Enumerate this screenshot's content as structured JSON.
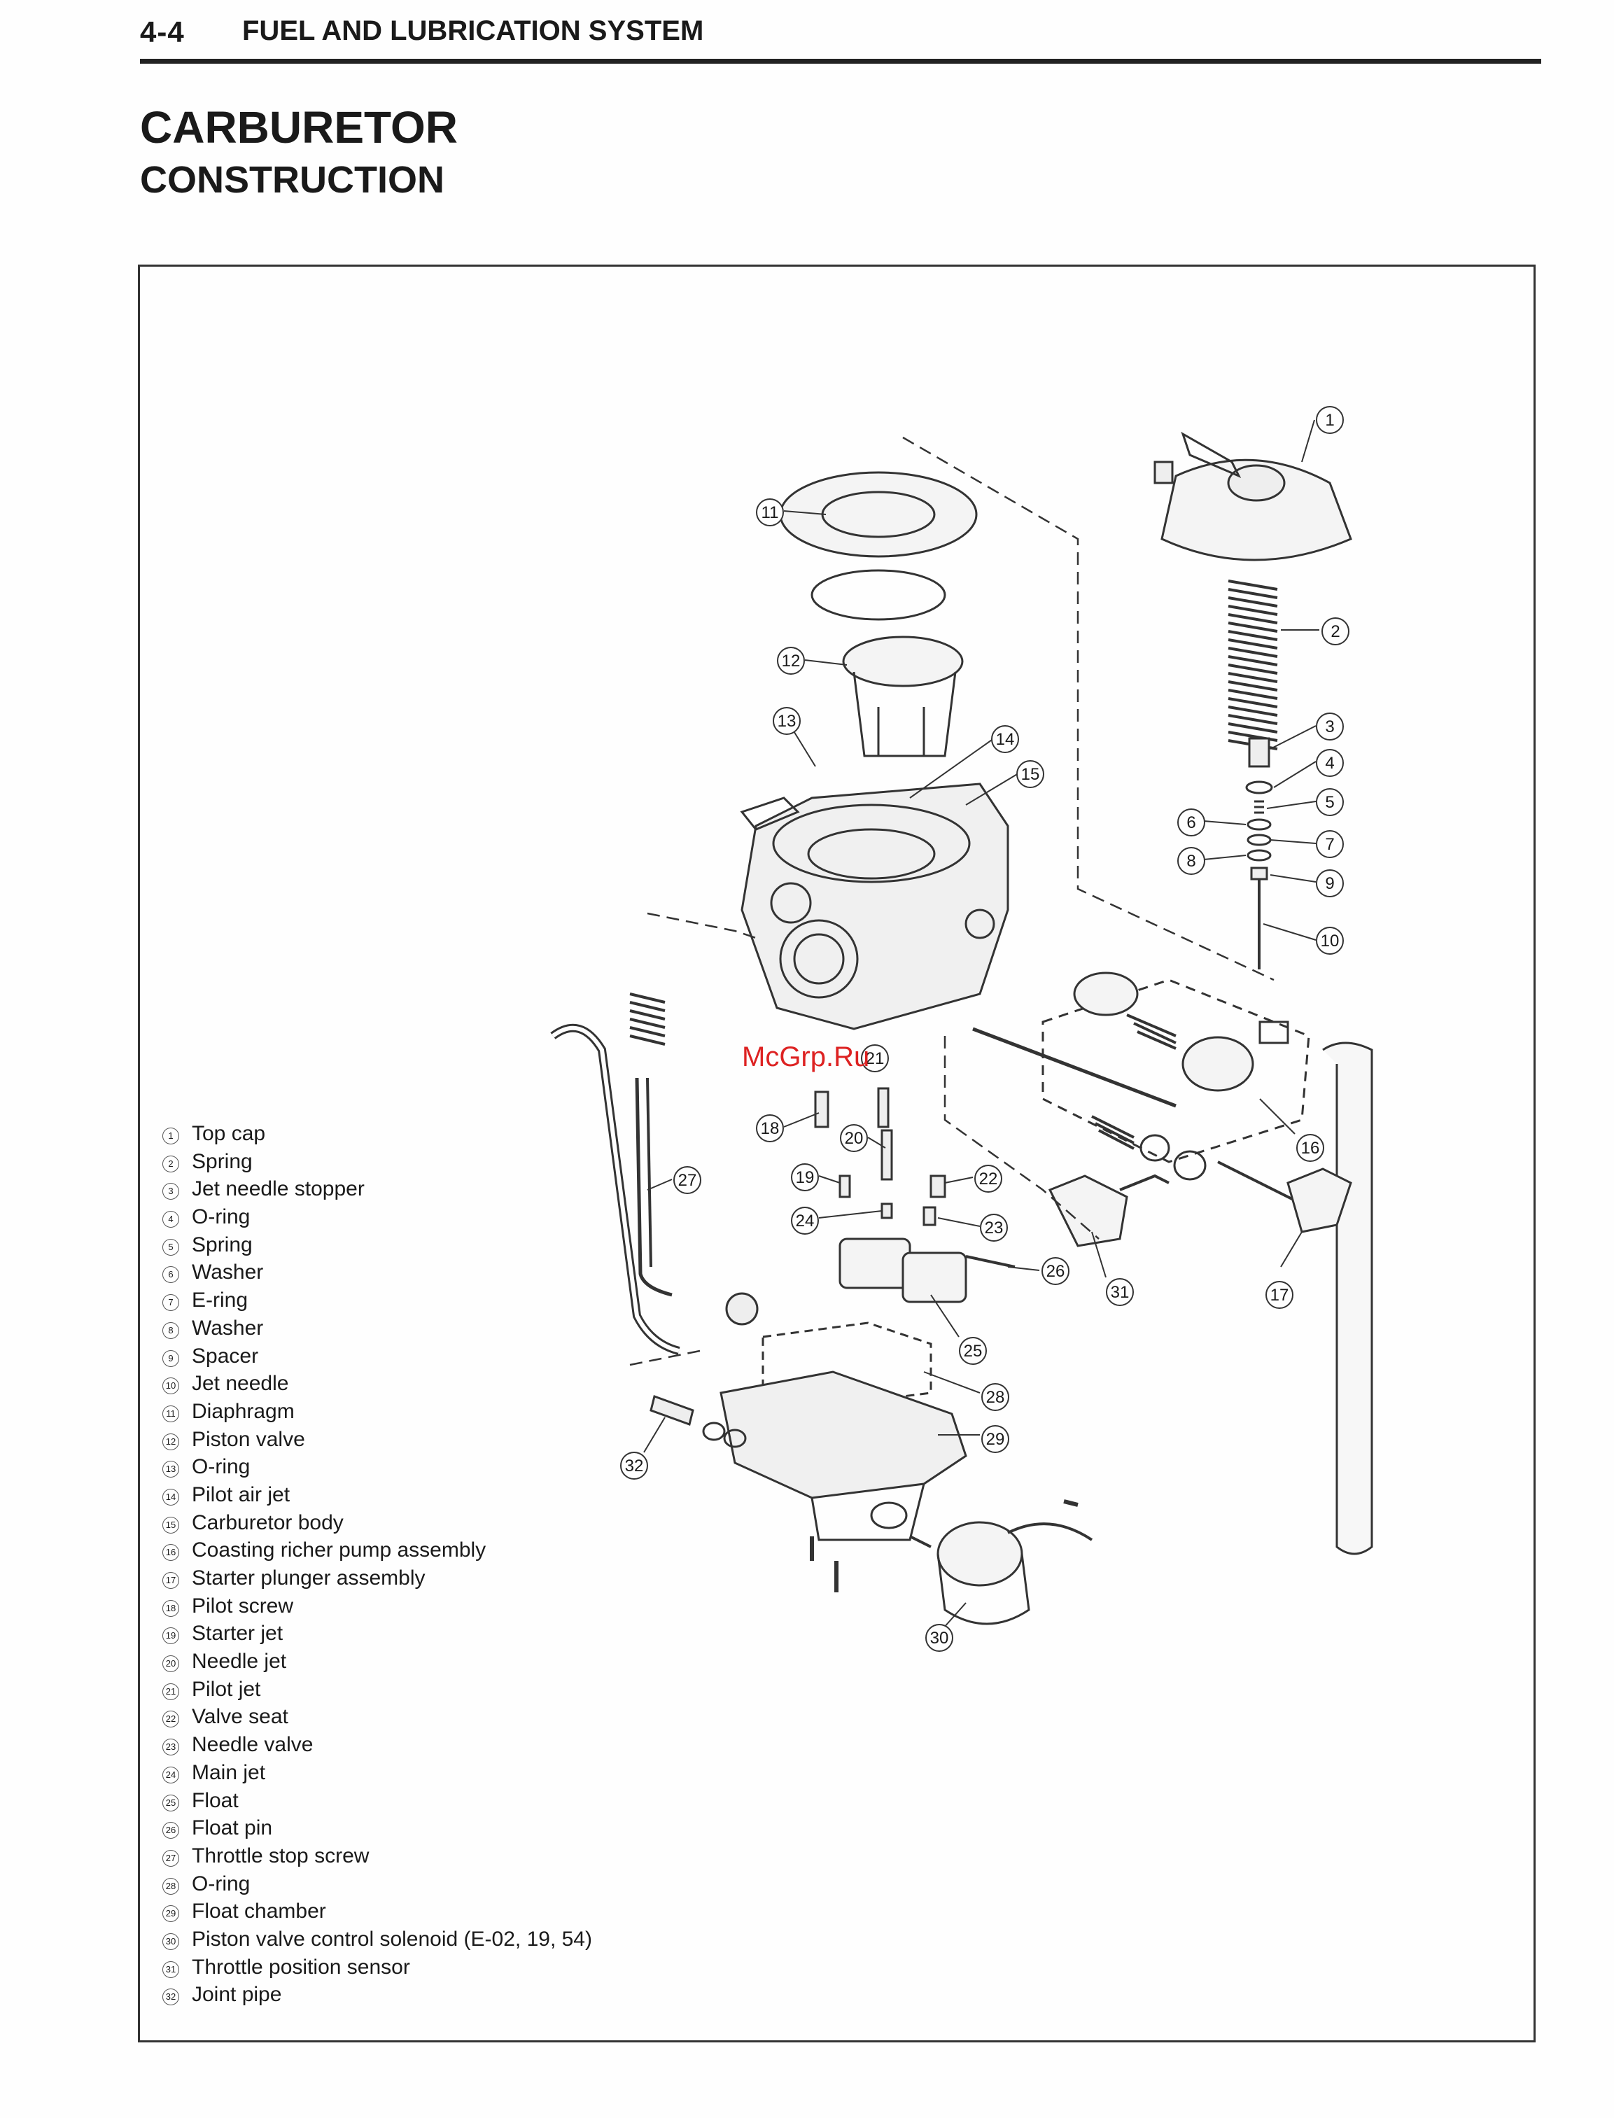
{
  "header": {
    "page_number": "4-4",
    "section_title": "FUEL AND LUBRICATION SYSTEM"
  },
  "title": "CARBURETOR",
  "subtitle": "CONSTRUCTION",
  "watermark": "McGrp.Ru",
  "legend": [
    {
      "num": "1",
      "label": "Top cap"
    },
    {
      "num": "2",
      "label": "Spring"
    },
    {
      "num": "3",
      "label": "Jet needle stopper"
    },
    {
      "num": "4",
      "label": "O-ring"
    },
    {
      "num": "5",
      "label": "Spring"
    },
    {
      "num": "6",
      "label": "Washer"
    },
    {
      "num": "7",
      "label": "E-ring"
    },
    {
      "num": "8",
      "label": "Washer"
    },
    {
      "num": "9",
      "label": "Spacer"
    },
    {
      "num": "10",
      "label": "Jet needle"
    },
    {
      "num": "11",
      "label": "Diaphragm"
    },
    {
      "num": "12",
      "label": "Piston valve"
    },
    {
      "num": "13",
      "label": "O-ring"
    },
    {
      "num": "14",
      "label": "Pilot air jet"
    },
    {
      "num": "15",
      "label": "Carburetor body"
    },
    {
      "num": "16",
      "label": "Coasting richer pump assembly"
    },
    {
      "num": "17",
      "label": "Starter plunger assembly"
    },
    {
      "num": "18",
      "label": "Pilot screw"
    },
    {
      "num": "19",
      "label": "Starter jet"
    },
    {
      "num": "20",
      "label": "Needle jet"
    },
    {
      "num": "21",
      "label": "Pilot jet"
    },
    {
      "num": "22",
      "label": "Valve seat"
    },
    {
      "num": "23",
      "label": "Needle valve"
    },
    {
      "num": "24",
      "label": "Main jet"
    },
    {
      "num": "25",
      "label": "Float"
    },
    {
      "num": "26",
      "label": "Float pin"
    },
    {
      "num": "27",
      "label": "Throttle stop screw"
    },
    {
      "num": "28",
      "label": "O-ring"
    },
    {
      "num": "29",
      "label": "Float chamber"
    },
    {
      "num": "30",
      "label": "Piston valve control solenoid (E-02, 19, 54)"
    },
    {
      "num": "31",
      "label": "Throttle position sensor"
    },
    {
      "num": "32",
      "label": "Joint pipe"
    }
  ]
}
